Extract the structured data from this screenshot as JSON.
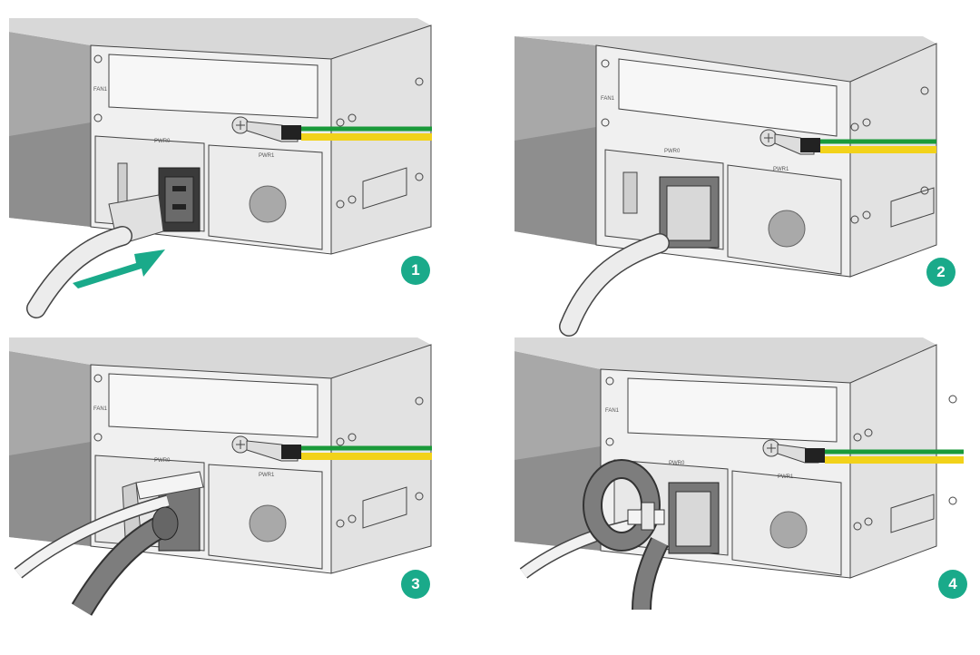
{
  "panels": [
    {
      "step": "1",
      "labels": {
        "fan": "FAN1",
        "psu_left": "PWR0",
        "psu_right": "PWR1"
      }
    },
    {
      "step": "2",
      "labels": {
        "fan": "FAN1",
        "psu_left": "PWR0",
        "psu_right": "PWR1"
      }
    },
    {
      "step": "3",
      "labels": {
        "fan": "FAN1",
        "psu_left": "PWR0",
        "psu_right": "PWR1"
      }
    },
    {
      "step": "4",
      "labels": {
        "fan": "FAN1",
        "psu_left": "PWR0",
        "psu_right": "PWR1"
      }
    }
  ],
  "colors": {
    "badge": "#1aaa8a",
    "arrow": "#1aaa8a",
    "ground_green": "#1a9a3a",
    "ground_yellow": "#f2d21a",
    "chassis_dark": "#9a9a9a",
    "chassis_light": "#e6e6e6"
  },
  "icons": [
    "ground-screw-icon",
    "ground-symbol-icon",
    "insert-arrow-icon",
    "cable-tie-icon"
  ]
}
